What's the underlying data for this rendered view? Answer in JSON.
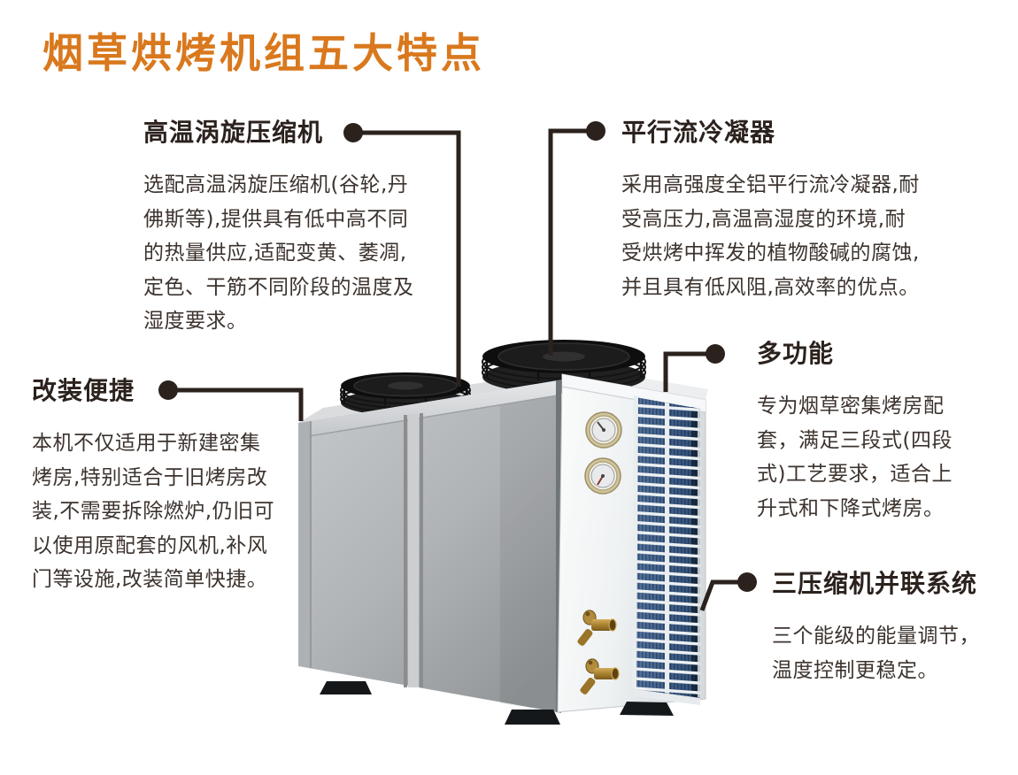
{
  "title": "烟草烘烤机组五大特点",
  "colors": {
    "accent_orange": "#D9781D",
    "line_dark": "#2B211D",
    "heading_text": "#2B211D",
    "body_text": "#3C332E",
    "condenser_blue": "#3D5B84"
  },
  "features": [
    {
      "title": "高温涡旋压缩机",
      "body": "选配高温涡旋压缩机(谷轮,丹\n佛斯等),提供具有低中高不同\n的热量供应,适配变黄、萎凋,\n定色、干筋不同阶段的温度及\n湿度要求。"
    },
    {
      "title": "平行流冷凝器",
      "body": "采用高强度全铝平行流冷凝器,耐\n受高压力,高温高湿度的环境,耐\n受烘烤中挥发的植物酸碱的腐蚀,\n并且具有低风阻,高效率的优点。"
    },
    {
      "title": "改装便捷",
      "body": "本机不仅适用于新建密集\n烤房,特别适合于旧烤房改\n装,不需要拆除燃炉,仍旧可\n以使用原配套的风机,补风\n门等设施,改装简单快捷。"
    },
    {
      "title": "多功能",
      "body": "专为烟草密集烤房配\n套，满足三段式(四段\n式)工艺要求，适合上\n升式和下降式烤房。"
    },
    {
      "title": "三压缩机并联系统",
      "body": "三个能级的能量调节，\n温度控制更稳定。"
    }
  ]
}
